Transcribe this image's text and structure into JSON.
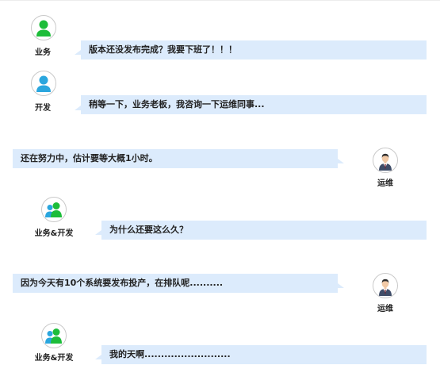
{
  "colors": {
    "bubble": "#dcebfc",
    "business": "#1dbd3a",
    "dev": "#2aa6de",
    "ops": "#3f4d68"
  },
  "messages": [
    {
      "speaker": "业务",
      "avatar_icon": "business-user-icon",
      "side": "left",
      "text": "版本还没发布完成？我要下班了！！！"
    },
    {
      "speaker": "开发",
      "avatar_icon": "developer-user-icon",
      "side": "left",
      "text": "稍等一下，业务老板，我咨询一下运维同事..."
    },
    {
      "speaker": "运维",
      "avatar_icon": "ops-businessman-icon",
      "side": "right",
      "text": "还在努力中，估计要等大概1小时。"
    },
    {
      "speaker": "业务&开发",
      "avatar_icon": "group-users-icon",
      "side": "left",
      "text": "为什么还要这么久？"
    },
    {
      "speaker": "运维",
      "avatar_icon": "ops-businessman-icon",
      "side": "right",
      "text": "因为今天有10个系统要发布投产，在排队呢.........."
    },
    {
      "speaker": "业务&开发",
      "avatar_icon": "group-users-icon",
      "side": "left",
      "text": "我的天啊.........................."
    }
  ]
}
